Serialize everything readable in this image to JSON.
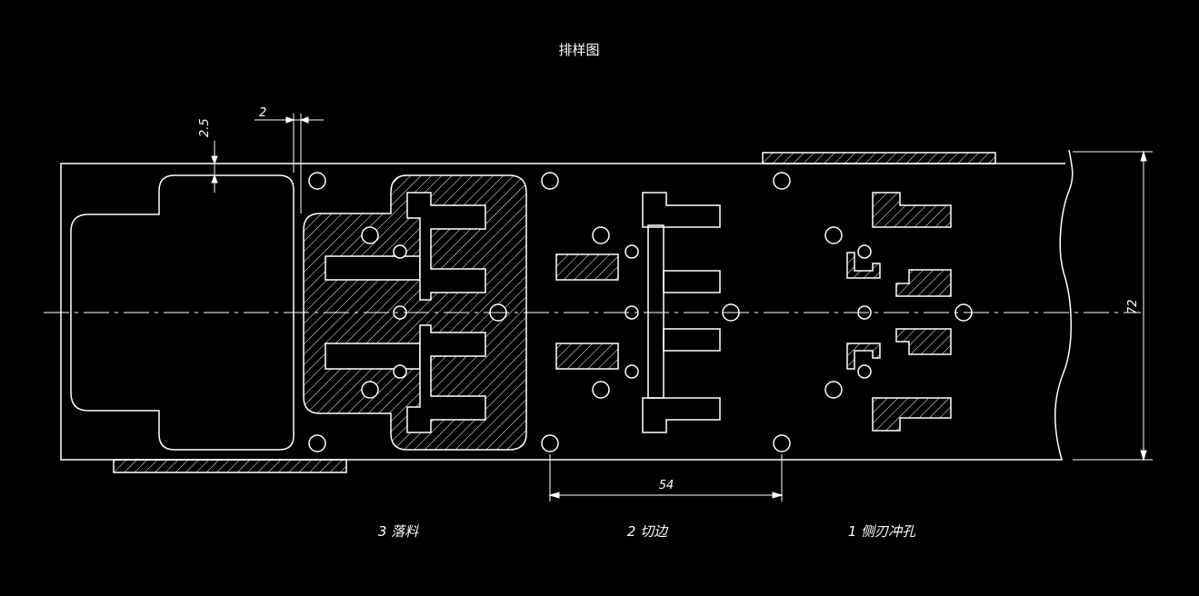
{
  "title": "排样图",
  "dimensions": {
    "top_margin": "2.5",
    "gap": "2",
    "pitch": "54",
    "strip_width": "72"
  },
  "stations": [
    {
      "label": "3 落料"
    },
    {
      "label": "2 切边"
    },
    {
      "label": "1 侧刃冲孔"
    }
  ],
  "colors": {
    "background": "#000000",
    "lines": "#ffffff"
  }
}
